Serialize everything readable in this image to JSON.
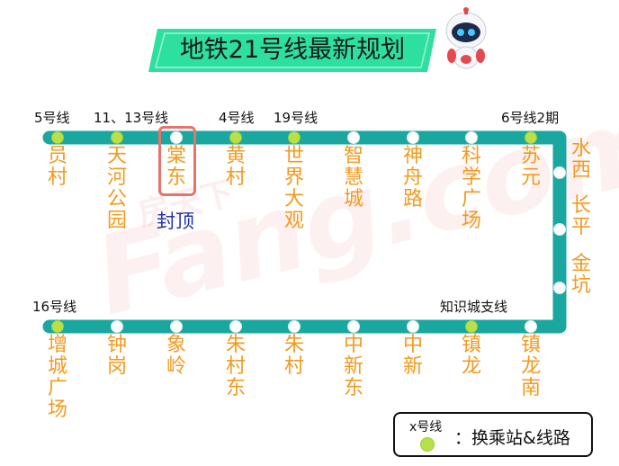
{
  "title": "地铁21号线最新规划",
  "colors": {
    "track": "#1aa7a0",
    "track_dark": "#0e8a84",
    "station_fill": "#ffffff",
    "transfer_fill": "#b8e04a",
    "station_name": "#f29a1f",
    "banner": "#2ee0a0",
    "highlight_border": "#e8736c",
    "note_text": "#2233aa"
  },
  "top_row": [
    {
      "name": "员村",
      "transfer": true,
      "line_label": "5号线"
    },
    {
      "name": "天河公园",
      "transfer": true,
      "line_label": "11、13号线"
    },
    {
      "name": "棠东",
      "transfer": false,
      "line_label": "",
      "highlighted": true,
      "note": "封顶"
    },
    {
      "name": "黄村",
      "transfer": true,
      "line_label": "4号线"
    },
    {
      "name": "世界大观",
      "transfer": true,
      "line_label": "19号线"
    },
    {
      "name": "智慧城",
      "transfer": false,
      "line_label": ""
    },
    {
      "name": "神舟路",
      "transfer": false,
      "line_label": ""
    },
    {
      "name": "科学广场",
      "transfer": false,
      "line_label": ""
    },
    {
      "name": "苏元",
      "transfer": true,
      "line_label": "6号线2期"
    }
  ],
  "right_column": [
    {
      "name": "水西",
      "transfer": false
    },
    {
      "name": "长平",
      "transfer": false
    },
    {
      "name": "金坑",
      "transfer": false
    }
  ],
  "bottom_row": [
    {
      "name": "增城广场",
      "transfer": true,
      "line_label": "16号线"
    },
    {
      "name": "钟岗",
      "transfer": false,
      "line_label": ""
    },
    {
      "name": "象岭",
      "transfer": false,
      "line_label": ""
    },
    {
      "name": "朱村东",
      "transfer": false,
      "line_label": ""
    },
    {
      "name": "朱村",
      "transfer": false,
      "line_label": ""
    },
    {
      "name": "中新东",
      "transfer": false,
      "line_label": ""
    },
    {
      "name": "中新",
      "transfer": false,
      "line_label": ""
    },
    {
      "name": "镇龙",
      "transfer": true,
      "line_label": "知识城支线"
    },
    {
      "name": "镇龙南",
      "transfer": false,
      "line_label": ""
    }
  ],
  "legend": {
    "line_example": "x号线",
    "text": "：换乘站&线路"
  },
  "watermark": {
    "text": "Fang.com",
    "text_cn": "房天下"
  }
}
